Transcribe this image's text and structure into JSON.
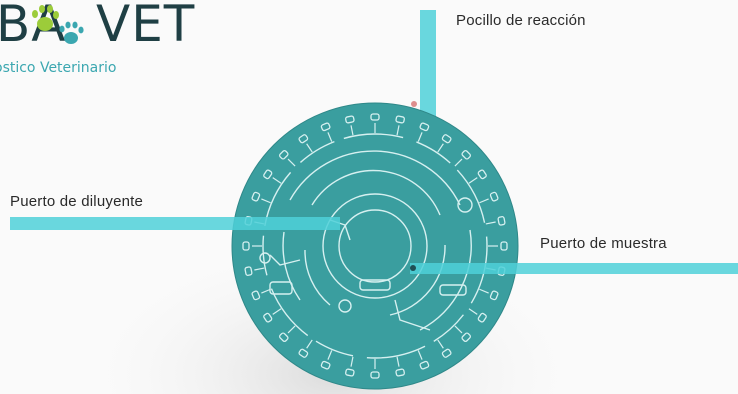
{
  "logo": {
    "brand_left": "BA",
    "brand_right": "VET",
    "tagline": "ostico Veterinario",
    "paw_icon": "paw-print-icon",
    "colors": {
      "dark": "#1f3f44",
      "paw_green": "#9ccc3a",
      "paw_teal": "#3ba7b0"
    }
  },
  "disc": {
    "color": "#3a9e9f",
    "line_color": "#d6f0f0"
  },
  "labels": {
    "reaction_well": "Pocillo de reacción",
    "diluent_port": "Puerto de diluyente",
    "sample_port": "Puerto de muestra"
  },
  "leader_color": "#4fd0d8"
}
